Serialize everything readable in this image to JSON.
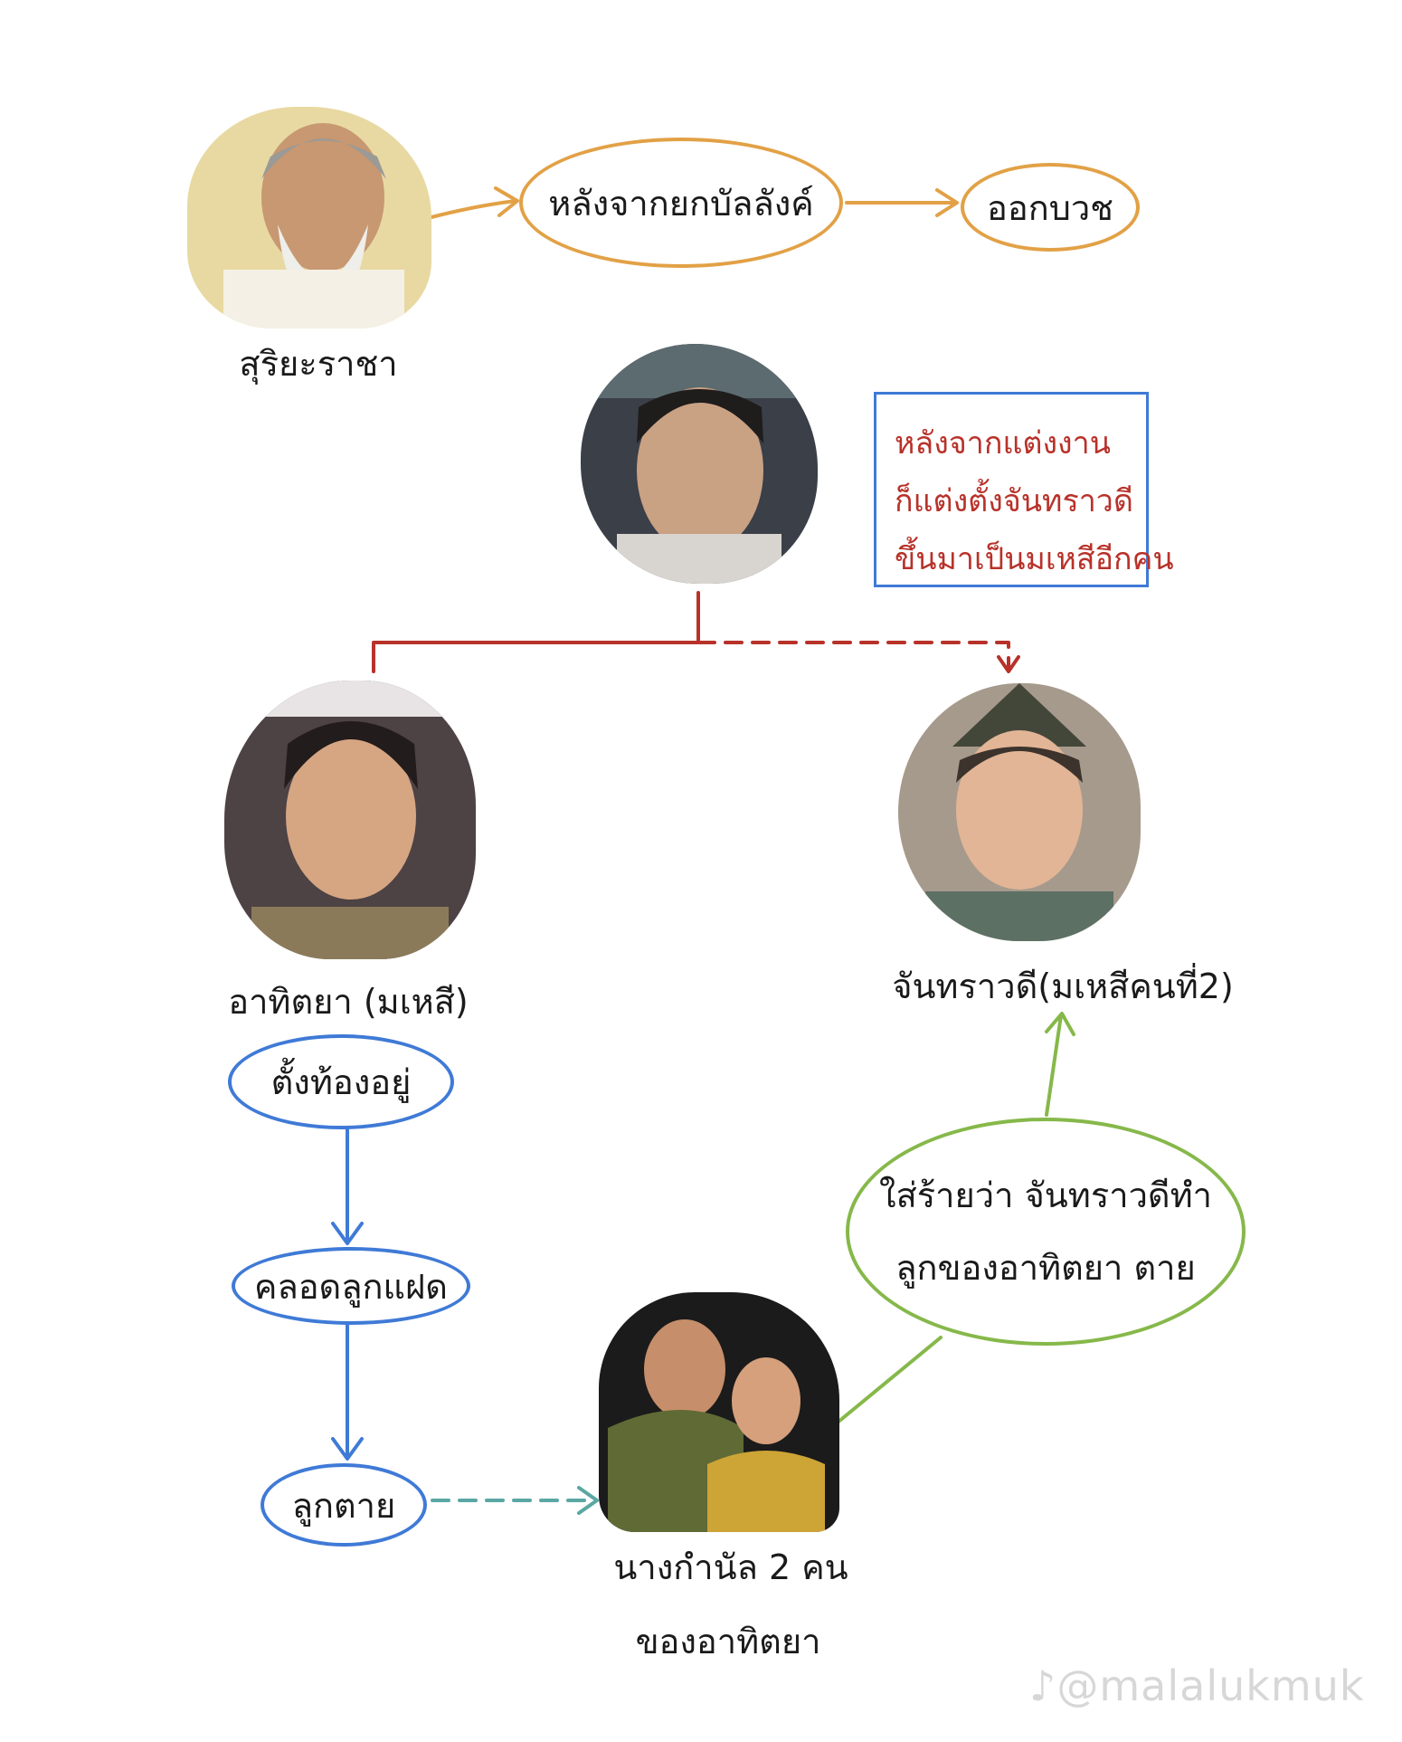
{
  "people": {
    "suriya": {
      "name": "สุริยะราชา",
      "icon": "old-king-portrait"
    },
    "king": {
      "icon": "young-king-portrait"
    },
    "athitaya": {
      "name": "อาทิตยา (มเหสี)",
      "icon": "queen-portrait"
    },
    "chanthrawadi": {
      "name": "จันทราวดี(มเหสีคนที่2)",
      "icon": "second-queen-portrait"
    },
    "midwives": {
      "name_line1": "นางกำนัล 2 คน",
      "name_line2": "ของอาทิตยา",
      "icon": "two-women-portrait"
    }
  },
  "nodes": {
    "after_abdication": "หลังจากยกบัลลังค์",
    "ordained": "ออกบวช",
    "pregnant": "ตั้งท้องอยู่",
    "twins": "คลอดลูกแฝด",
    "child_died": "ลูกตาย",
    "slander_line1": "ใส่ร้ายว่า จันทราวดีทำ",
    "slander_line2": "ลูกของอาทิตยา ตาย"
  },
  "note": {
    "line1": "หลังจากแต่งงาน",
    "line2": "ก็แต่งตั้งจันทราวดี",
    "line3": "ขึ้นมาเป็นมเหสีอีกคน"
  },
  "watermark": "♪@malalukmuk",
  "colors": {
    "orange": "#e2a146",
    "red": "#b8322a",
    "blue": "#3f7ad6",
    "green": "#86b84a",
    "teal": "#5aa7a3",
    "note_text": "#b8322a"
  }
}
